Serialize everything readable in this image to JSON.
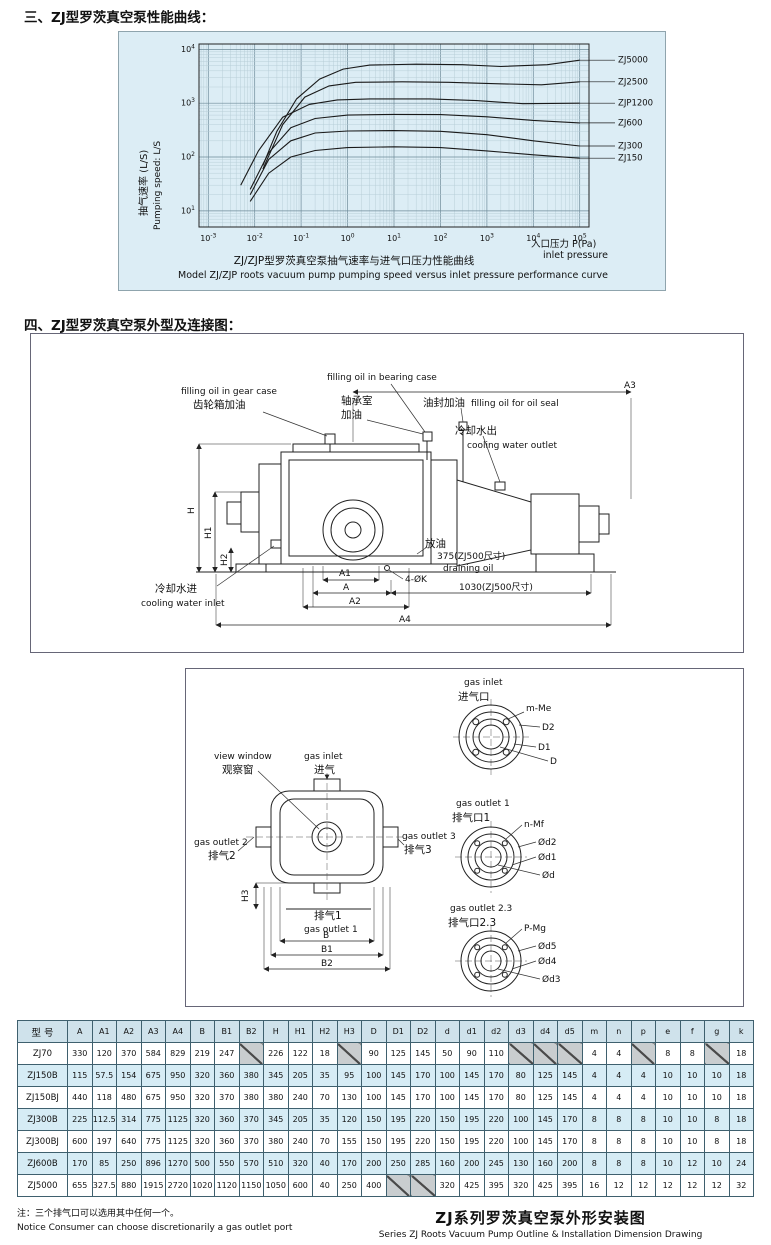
{
  "page": {
    "heading_performance": "三、ZJ型罗茨真空泵性能曲线：",
    "heading_outline": "四、ZJ型罗茨真空泵外型及连接图："
  },
  "chart_data": {
    "type": "line",
    "x_scale": "log",
    "y_scale": "log",
    "xlim": [
      0.001,
      100000
    ],
    "ylim": [
      10,
      10000
    ],
    "grid": true,
    "legend_position": "right-edge curve labels",
    "ylabel_cn": "抽气速率 (L/S)",
    "ylabel_en": "Pumping speed: L/S",
    "xlabel_cn": "入口压力 P(Pa)",
    "xlabel_en": "inlet pressure",
    "caption_cn": "ZJ/ZJP型罗茨真空泵抽气速率与进气口压力性能曲线",
    "caption_en": "Model ZJ/ZJP roots vacuum pump pumping speed versus inlet pressure performance curve",
    "series": [
      {
        "name": "ZJ5000",
        "points": [
          [
            0.015,
            70
          ],
          [
            0.03,
            300
          ],
          [
            0.08,
            1200
          ],
          [
            0.25,
            2800
          ],
          [
            0.8,
            4300
          ],
          [
            3,
            5100
          ],
          [
            30,
            5300
          ],
          [
            300,
            5200
          ],
          [
            2000,
            4800
          ],
          [
            20000,
            5200
          ],
          [
            100000,
            6300
          ]
        ]
      },
      {
        "name": "ZJ2500",
        "points": [
          [
            0.015,
            60
          ],
          [
            0.04,
            400
          ],
          [
            0.12,
            1300
          ],
          [
            0.4,
            2100
          ],
          [
            1.5,
            2450
          ],
          [
            15,
            2500
          ],
          [
            150,
            2450
          ],
          [
            1500,
            2300
          ],
          [
            15000,
            2200
          ],
          [
            100000,
            2500
          ]
        ]
      },
      {
        "name": "ZJP1200",
        "points": [
          [
            0.005,
            30
          ],
          [
            0.012,
            130
          ],
          [
            0.04,
            550
          ],
          [
            0.15,
            950
          ],
          [
            0.6,
            1150
          ],
          [
            3,
            1200
          ],
          [
            60,
            1200
          ],
          [
            600,
            1120
          ],
          [
            6000,
            980
          ],
          [
            100000,
            1000
          ]
        ]
      },
      {
        "name": "ZJ600",
        "points": [
          [
            0.008,
            25
          ],
          [
            0.02,
            120
          ],
          [
            0.06,
            350
          ],
          [
            0.2,
            520
          ],
          [
            1,
            600
          ],
          [
            10,
            620
          ],
          [
            100,
            615
          ],
          [
            1000,
            560
          ],
          [
            10000,
            480
          ],
          [
            100000,
            430
          ]
        ]
      },
      {
        "name": "ZJ300",
        "points": [
          [
            0.008,
            20
          ],
          [
            0.02,
            90
          ],
          [
            0.06,
            200
          ],
          [
            0.2,
            280
          ],
          [
            1,
            305
          ],
          [
            10,
            310
          ],
          [
            100,
            300
          ],
          [
            1000,
            260
          ],
          [
            10000,
            200
          ],
          [
            100000,
            160
          ]
        ]
      },
      {
        "name": "ZJ150",
        "points": [
          [
            0.008,
            15
          ],
          [
            0.02,
            50
          ],
          [
            0.06,
            100
          ],
          [
            0.2,
            132
          ],
          [
            1,
            150
          ],
          [
            10,
            155
          ],
          [
            100,
            150
          ],
          [
            1000,
            130
          ],
          [
            10000,
            110
          ],
          [
            100000,
            95
          ]
        ]
      }
    ]
  },
  "drawing_side": {
    "labels": {
      "fill_bearing_en": "filling oil in bearing case",
      "fill_gear_en": "filling oil in gear case",
      "fill_gear_cn": "齿轮箱加油",
      "bearing_cn_1": "轴承室",
      "bearing_cn_2": "加油",
      "oil_seal_cn": "油封加油",
      "oil_seal_en": "filling oil for oil seal",
      "water_out_cn": "冷却水出",
      "water_out_en": "cooling water outlet",
      "water_in_cn": "冷却水进",
      "water_in_en": "cooling water inlet",
      "drain_cn": "放油",
      "drain_size": "375(ZJ500尺寸)",
      "drain_en": "draining oil",
      "dim_a3": "A3",
      "dim_h": "H",
      "dim_h1": "H1",
      "dim_h2": "H2",
      "dim_a1": "A1",
      "dim_a": "A",
      "dim_a2": "A2",
      "dim_a4": "A4",
      "dim_k": "4-ØK",
      "dim_1030": "1030(ZJ500尺寸)"
    }
  },
  "drawing_top": {
    "labels": {
      "inlet_en": "gas inlet",
      "inlet_cn": "进气口",
      "inlet_m": "m-Me",
      "inlet_d2": "D2",
      "inlet_d1": "D1",
      "inlet_d": "D",
      "view_en": "view window",
      "view_cn": "观察窗",
      "gas_in_en": "gas inlet",
      "gas_in_cn": "进气",
      "out2_en": "gas outlet 2",
      "out2_cn": "排气2",
      "out3_en": "gas outlet 3",
      "out3_cn": "排气3",
      "dim_h3": "H3",
      "out1b_cn": "排气1",
      "out1b_en": "gas outlet 1",
      "dim_b": "B",
      "dim_b1": "B1",
      "dim_b2": "B2",
      "out1_en": "gas outlet 1",
      "out1_cn": "排气口1",
      "out1_m": "n-Mf",
      "out1_d2": "Ød2",
      "out1_d1": "Ød1",
      "out1_d": "Ød",
      "out23_en": "gas outlet 2.3",
      "out23_cn": "排气口2.3",
      "out23_m": "P-Mg",
      "out23_d5": "Ød5",
      "out23_d4": "Ød4",
      "out23_d3": "Ød3"
    }
  },
  "table": {
    "headers": [
      "型  号",
      "A",
      "A1",
      "A2",
      "A3",
      "A4",
      "B",
      "B1",
      "B2",
      "H",
      "H1",
      "H2",
      "H3",
      "D",
      "D1",
      "D2",
      "d",
      "d1",
      "d2",
      "d3",
      "d4",
      "d5",
      "m",
      "n",
      "p",
      "e",
      "f",
      "g",
      "k"
    ],
    "rows": [
      {
        "model": "ZJ70",
        "values": [
          "330",
          "120",
          "370",
          "584",
          "829",
          "219",
          "247",
          "",
          "226",
          "122",
          "18",
          "",
          "90",
          "125",
          "145",
          "50",
          "90",
          "110",
          "",
          "",
          "",
          "4",
          "4",
          "",
          "8",
          "8",
          "",
          "18"
        ]
      },
      {
        "model": "ZJ150B",
        "values": [
          "115",
          "57.5",
          "154",
          "675",
          "950",
          "320",
          "360",
          "380",
          "345",
          "205",
          "35",
          "95",
          "100",
          "145",
          "170",
          "100",
          "145",
          "170",
          "80",
          "125",
          "145",
          "4",
          "4",
          "4",
          "10",
          "10",
          "10",
          "18"
        ]
      },
      {
        "model": "ZJ150BJ",
        "values": [
          "440",
          "118",
          "480",
          "675",
          "950",
          "320",
          "370",
          "380",
          "380",
          "240",
          "70",
          "130",
          "100",
          "145",
          "170",
          "100",
          "145",
          "170",
          "80",
          "125",
          "145",
          "4",
          "4",
          "4",
          "10",
          "10",
          "10",
          "18"
        ]
      },
      {
        "model": "ZJ300B",
        "values": [
          "225",
          "112.5",
          "314",
          "775",
          "1125",
          "320",
          "360",
          "370",
          "345",
          "205",
          "35",
          "120",
          "150",
          "195",
          "220",
          "150",
          "195",
          "220",
          "100",
          "145",
          "170",
          "8",
          "8",
          "8",
          "10",
          "10",
          "8",
          "18"
        ]
      },
      {
        "model": "ZJ300BJ",
        "values": [
          "600",
          "197",
          "640",
          "775",
          "1125",
          "320",
          "360",
          "370",
          "380",
          "240",
          "70",
          "155",
          "150",
          "195",
          "220",
          "150",
          "195",
          "220",
          "100",
          "145",
          "170",
          "8",
          "8",
          "8",
          "10",
          "10",
          "8",
          "18"
        ]
      },
      {
        "model": "ZJ600B",
        "values": [
          "170",
          "85",
          "250",
          "896",
          "1270",
          "500",
          "550",
          "570",
          "510",
          "320",
          "40",
          "170",
          "200",
          "250",
          "285",
          "160",
          "200",
          "245",
          "130",
          "160",
          "200",
          "8",
          "8",
          "8",
          "10",
          "12",
          "10",
          "24"
        ]
      },
      {
        "model": "ZJ5000",
        "values": [
          "655",
          "327.5",
          "880",
          "1915",
          "2720",
          "1020",
          "1120",
          "1150",
          "1050",
          "600",
          "40",
          "250",
          "400",
          "",
          "",
          "320",
          "425",
          "395",
          "320",
          "425",
          "395",
          "16",
          "12",
          "12",
          "12",
          "12",
          "12",
          "32"
        ]
      }
    ]
  },
  "footer": {
    "note_cn": "注：三个排气口可以选用其中任何一个。",
    "note_en": "Notice  Consumer can choose discretionarily a gas outlet port",
    "title_cn": "ZJ系列罗茨真空泵外形安装图",
    "title_en": "Series ZJ Roots Vacuum Pump Outline & Installation Dimension Drawing"
  }
}
